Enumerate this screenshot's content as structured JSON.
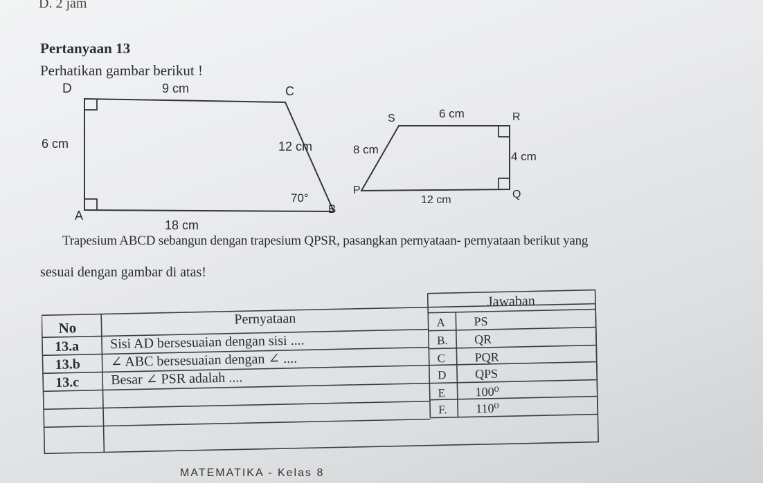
{
  "header_fragment": "D.  2 jam",
  "question": {
    "title": "Pertanyaan 13",
    "instruction": "Perhatikan gambar berikut !",
    "statement_line1": "Trapesium ABCD sebangun dengan trapesium QPSR, pasangkan pernyataan- pernyataan berikut yang",
    "statement_line2": "sesuai dengan gambar di atas!"
  },
  "figure_abcd": {
    "labels": {
      "D": "D",
      "C": "C",
      "A": "A",
      "B": "B"
    },
    "top": "9 cm",
    "left": "6 cm",
    "right": "12 cm",
    "bottom": "18 cm",
    "angle_b": "70°"
  },
  "figure_qpsr": {
    "labels": {
      "S": "S",
      "R": "R",
      "P": "P",
      "Q": "Q"
    },
    "top": "6 cm",
    "left": "8 cm",
    "right": "4 cm",
    "bottom": "12 cm"
  },
  "table": {
    "header_no": "No",
    "header_statement": "Pernyataan",
    "header_answer": "Jawaban",
    "rows": [
      {
        "no": "13.a",
        "statement": "Sisi AD bersesuaian dengan sisi ...."
      },
      {
        "no": "13.b",
        "statement": "∠ ABC bersesuaian dengan ∠ ...."
      },
      {
        "no": "13.c",
        "statement": "Besar ∠ PSR adalah ...."
      }
    ],
    "answers": [
      {
        "letter": "A",
        "value": "PS"
      },
      {
        "letter": "B.",
        "value": "QR"
      },
      {
        "letter": "C",
        "value": "PQR"
      },
      {
        "letter": "D",
        "value": "QPS"
      },
      {
        "letter": "E",
        "value": "100⁰"
      },
      {
        "letter": "F.",
        "value": "110⁰"
      }
    ]
  },
  "footer": "MATEMATIKA - Kelas 8"
}
